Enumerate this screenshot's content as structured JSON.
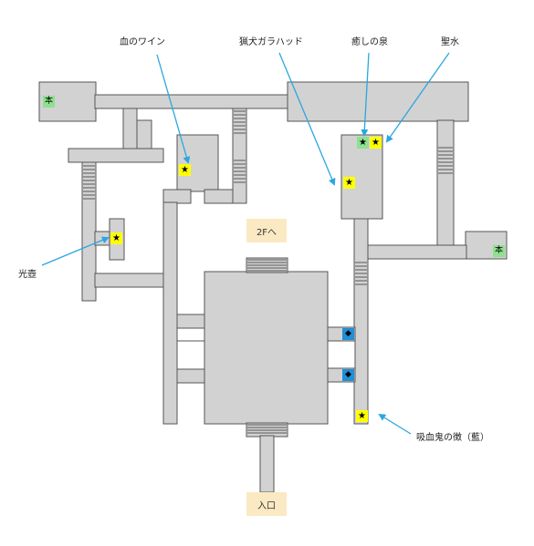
{
  "labels": {
    "blood_wine": "血のワイン",
    "hound_garahad": "猟犬ガラハッド",
    "healing_spring": "癒しの泉",
    "holy_water": "聖水",
    "light_jar": "光壺",
    "vampire_tooth": "吸血鬼の徴（藍）"
  },
  "buttons": {
    "to_2f": "2Fへ",
    "entrance": "入口"
  },
  "glyphs": {
    "book": "本",
    "star": "★",
    "diamond": "◆"
  },
  "colors": {
    "floor": "#d2d2d2",
    "wall": "#555555",
    "star_marker": "#ffff00",
    "book_marker": "#8fe08f",
    "diamond_marker": "#1e8fd8",
    "pointer": "#2aa7df",
    "nav_button": "#fbe9c4"
  }
}
